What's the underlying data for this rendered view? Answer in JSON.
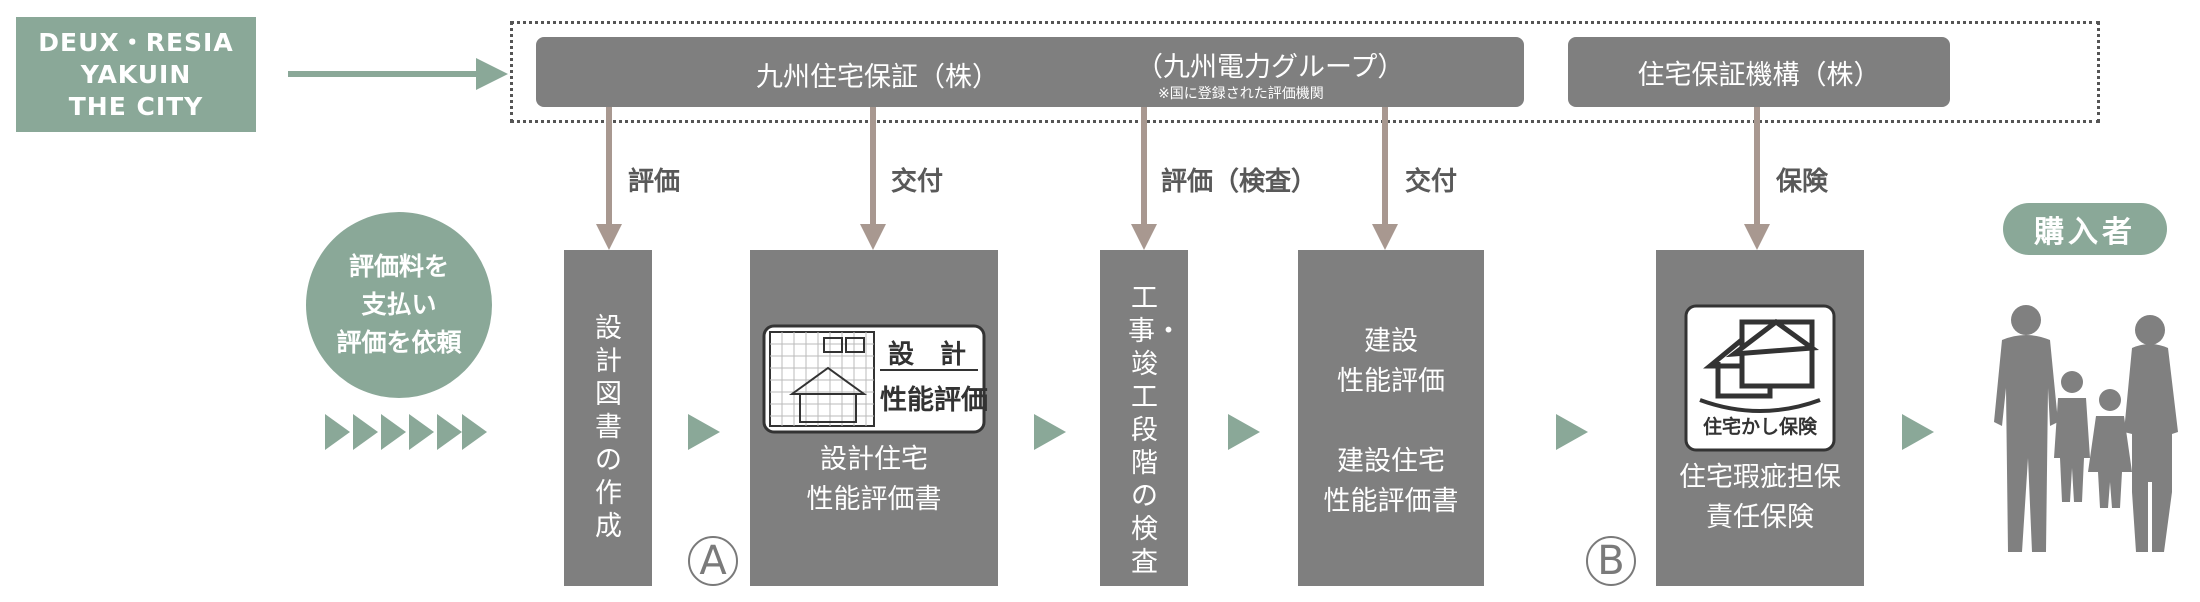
{
  "logo": {
    "lines": [
      "DEUX・RESIA",
      "YAKUIN",
      "THE CITY"
    ]
  },
  "top_bar": {
    "kyushu": "九州住宅保証（株）",
    "group": "（九州電力グループ）",
    "note": "※国に登録された評価機関",
    "jutaku": "住宅保証機構（株）"
  },
  "actions": {
    "eval1": "評価",
    "issue1": "交付",
    "eval_inspect": "評価（検査）",
    "issue2": "交付",
    "insurance": "保険"
  },
  "buyer": "購入者",
  "client_circle": [
    "評価料を",
    "支払い",
    "評価を依頼"
  ],
  "steps": {
    "design_docs": "設計図書の作成",
    "design_perf_icon_top": "設　計",
    "design_perf_icon_bottom": "性能評価",
    "design_perf_lines": [
      "設計住宅",
      "性能評価書"
    ],
    "construction_inspect": "工事・竣工段階の検査",
    "build_lines": [
      "建設",
      "性能評価",
      "",
      "建設住宅",
      "性能評価書"
    ],
    "warranty_icon_label": "住宅かし保険",
    "warranty_lines": [
      "住宅瑕疵担保",
      "責任保険"
    ]
  },
  "markers": {
    "a": "A",
    "b": "B"
  },
  "colors": {
    "accent_green": "#8aa898",
    "box_gray": "#7f7f7f",
    "arrow_brown": "#a89890",
    "play_green": "#8aa898"
  }
}
